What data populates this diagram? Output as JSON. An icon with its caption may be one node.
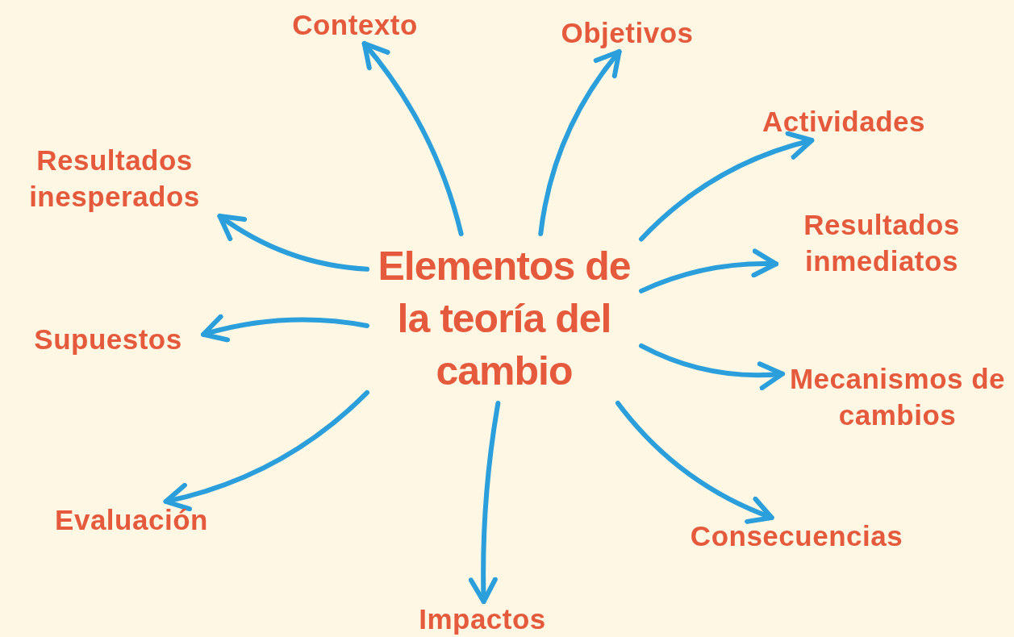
{
  "diagram": {
    "nodes": [
      {
        "text": [
          "Elementos de la teoría del cambio"
        ]
      },
      {
        "text": [
          "Contexto"
        ]
      },
      {
        "text": [
          "Objetivos"
        ]
      },
      {
        "text": [
          "Actividades"
        ]
      },
      {
        "text": [
          "Resultados inmediatos"
        ]
      },
      {
        "text": [
          "Mecanismos de cambios"
        ]
      },
      {
        "text": [
          "Consecuencias"
        ]
      },
      {
        "text": [
          "Impactos"
        ]
      },
      {
        "text": [
          "Evaluación"
        ]
      },
      {
        "text": [
          "Supuestos"
        ]
      },
      {
        "text": [
          "Resultados inesperados"
        ]
      }
    ],
    "edges": [
      {
        "from": 0,
        "to": 1,
        "arrow": "to"
      },
      {
        "from": 0,
        "to": 2,
        "arrow": "to"
      },
      {
        "from": 0,
        "to": 3,
        "arrow": "to"
      },
      {
        "from": 0,
        "to": 4,
        "arrow": "to"
      },
      {
        "from": 0,
        "to": 5,
        "arrow": "to"
      },
      {
        "from": 0,
        "to": 6,
        "arrow": "to"
      },
      {
        "from": 0,
        "to": 7,
        "arrow": "to"
      },
      {
        "from": 0,
        "to": 8,
        "arrow": "to"
      },
      {
        "from": 0,
        "to": 9,
        "arrow": "to"
      },
      {
        "from": 0,
        "to": 10,
        "arrow": "to"
      }
    ]
  }
}
